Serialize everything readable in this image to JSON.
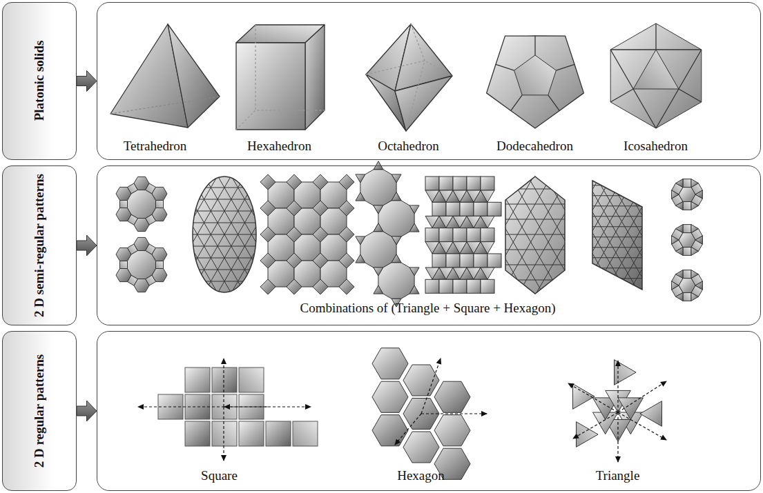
{
  "diagram": {
    "nodes": [
      {
        "text": [
          "Platonic solids"
        ]
      },
      {
        "text": [
          "Tetrahedron",
          "Hexahedron",
          "Octahedron",
          "Dodecahedron",
          "Icosahedron"
        ]
      },
      {
        "text": [
          "2 D semi-regular patterns"
        ]
      },
      {
        "text": [
          "Combinations of (Triangle + Square + Hexagon)"
        ]
      },
      {
        "text": [
          "2 D regular patterns"
        ]
      },
      {
        "text": [
          "Square",
          "Hexagon",
          "Triangle"
        ]
      }
    ],
    "edges": [
      {
        "from": 0,
        "to": 1,
        "arrow": "to"
      },
      {
        "from": 2,
        "to": 3,
        "arrow": "to"
      },
      {
        "from": 4,
        "to": 5,
        "arrow": "to"
      }
    ]
  }
}
